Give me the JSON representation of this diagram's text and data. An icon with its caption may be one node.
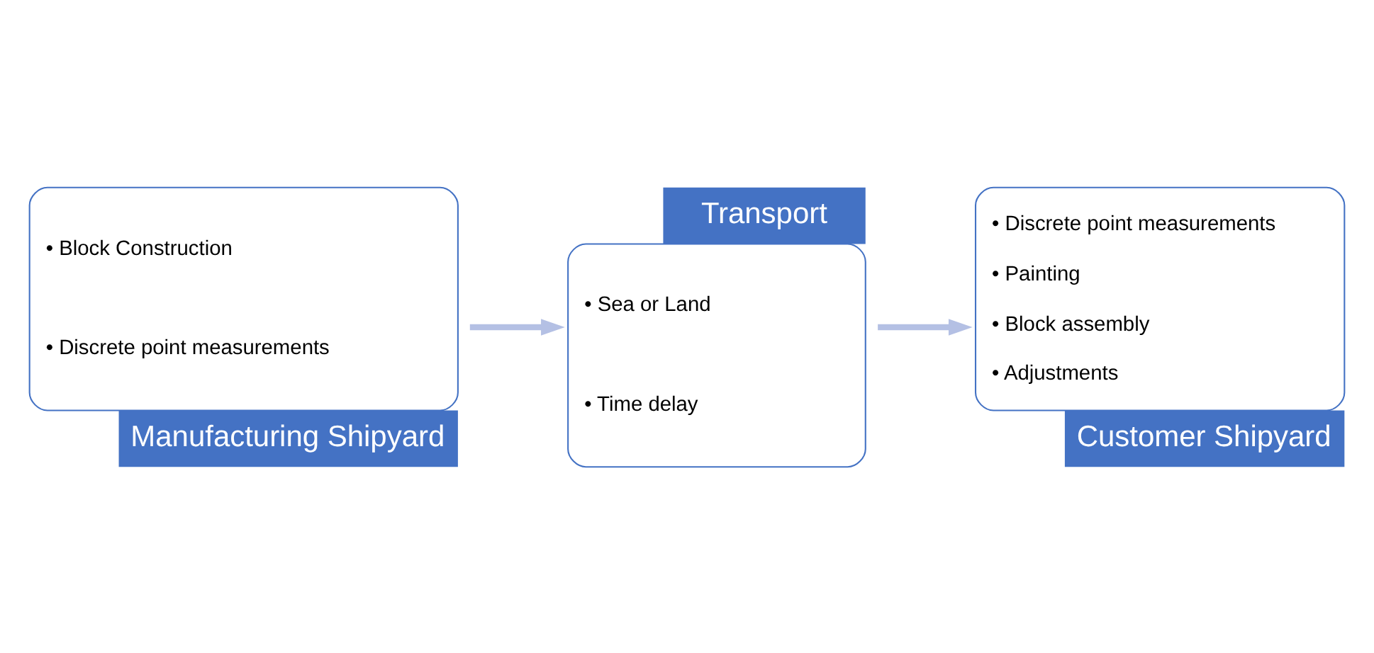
{
  "diagram": {
    "nodes": [
      {
        "text": [
          "• Block Construction",
          "• Discrete point measurements",
          "Manufacturing Shipyard"
        ]
      },
      {
        "text": [
          "Transport",
          "• Sea or Land",
          "• Time delay"
        ]
      },
      {
        "text": [
          "• Discrete point measurements",
          "• Painting",
          "• Block assembly",
          "• Adjustments",
          "Customer Shipyard"
        ]
      }
    ],
    "edges": [
      {
        "from": 0,
        "to": 1,
        "arrow": "to"
      },
      {
        "from": 1,
        "to": 2,
        "arrow": "to"
      }
    ]
  }
}
